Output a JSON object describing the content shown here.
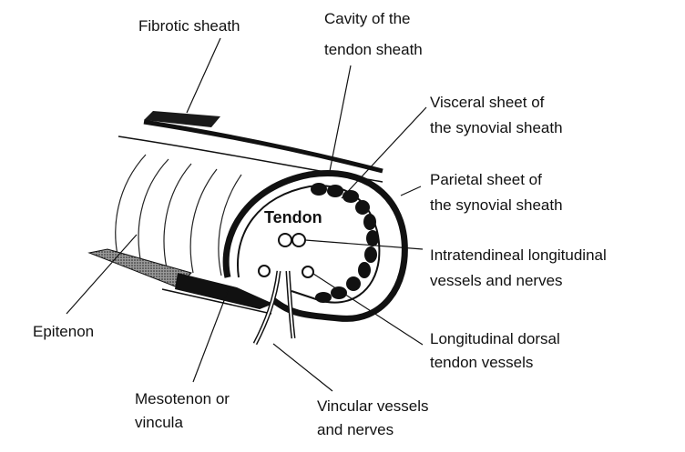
{
  "labels": {
    "fibrotic_sheath": "Fibrotic sheath",
    "cavity_line1": "Cavity of the",
    "cavity_line2": "tendon sheath",
    "visceral_line1": "Visceral sheet of",
    "visceral_line2": "the synovial sheath",
    "parietal_line1": "Parietal sheet of",
    "parietal_line2": "the synovial sheath",
    "tendon": "Tendon",
    "intratendineal_line1": "Intratendineal longitudinal",
    "intratendineal_line2": "vessels and nerves",
    "longitudinal_line1": "Longitudinal dorsal",
    "longitudinal_line2": "tendon vessels",
    "epitenon": "Epitenon",
    "mesotenon_line1": "Mesotenon or",
    "mesotenon_line2": "vincula",
    "vincular_line1": "Vincular vessels",
    "vincular_line2": "and nerves"
  },
  "colors": {
    "ink": "#111111",
    "hatch": "#555555",
    "paper": "#ffffff"
  }
}
